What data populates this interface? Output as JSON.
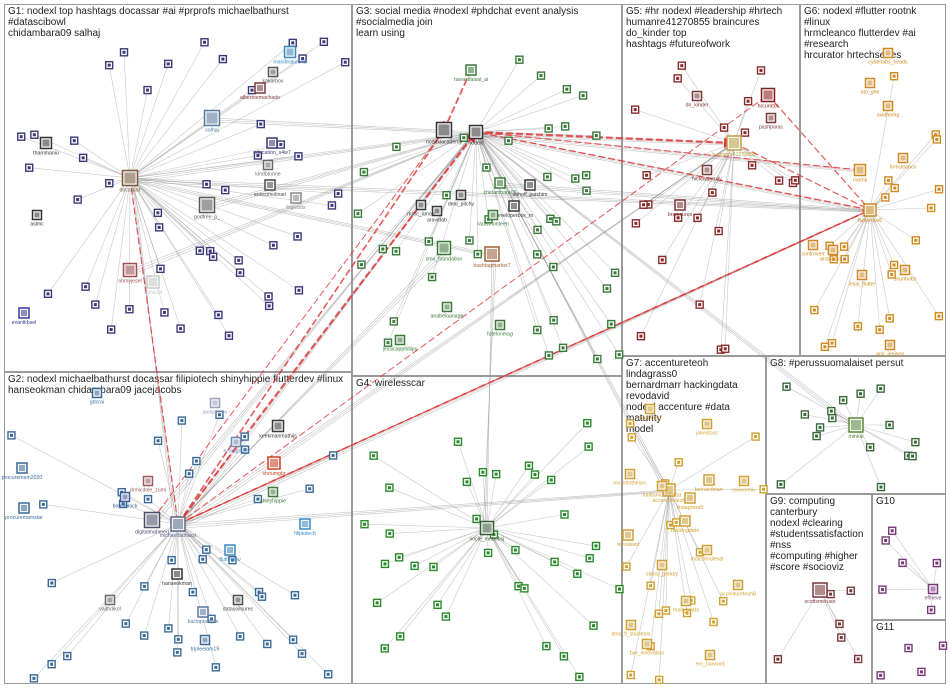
{
  "groups": [
    {
      "id": "G1",
      "title": "G1: nodexl top hashtags docassar #ai #prprofs michaelbathurst #datascibowl\nchidambara09 salhaj"
    },
    {
      "id": "G2",
      "title": "G2: nodexl michaelbathurst docassar filipiotech shinyhippie flutterdev #linux\nhanseokman chidambara09 jacejacobs"
    },
    {
      "id": "G3",
      "title": "G3: social media #nodexl #phdchat event analysis #socialmedia join\nlearn using"
    },
    {
      "id": "G4",
      "title": "G4: wirelesscar"
    },
    {
      "id": "G5",
      "title": "G5: #hr nodexl #leadership #hrtech\nhumanre41270855 braincures do_kinder top\nhashtags #futureofwork"
    },
    {
      "id": "G6",
      "title": "G6: nodexl #flutter rootnk #linux\nhrmcleanco flutterdev #ai #research\nhrcurator hrtechseries"
    },
    {
      "id": "G7",
      "title": "G7: accentureteoh lindagrass0\nbernardmarr hackingdata revodavid\nnodexl accenture #data maturity\nmodel"
    },
    {
      "id": "G8",
      "title": "G8: #perussuomalaiset persut"
    },
    {
      "id": "G9",
      "title": "G9: computing canterbury\nnodexl #clearing\n#studentssatisfaction #nss\n#computing #higher\n#score #socioviz"
    },
    {
      "id": "G10",
      "title": "G10"
    },
    {
      "id": "G11",
      "title": "G11"
    }
  ],
  "nodes": [
    {
      "label": "docassar",
      "color": "#7a5a3a"
    },
    {
      "label": "salhaj",
      "color": "#5a7aa0"
    },
    {
      "label": "thammaniu",
      "color": "#333333"
    },
    {
      "label": "ohmyjesel",
      "color": "#a05050"
    },
    {
      "label": "nishiji34",
      "color": "#cccccc"
    },
    {
      "label": "manifeature40",
      "color": "#3a8ac0"
    },
    {
      "label": "kakarbox",
      "color": "#555555"
    },
    {
      "label": "albertoemachado",
      "color": "#7a3a3a"
    },
    {
      "label": "education_s4w7",
      "color": "#3a3a7a"
    },
    {
      "label": "kindbtonne",
      "color": "#6a6a6a"
    },
    {
      "label": "enricomolinari",
      "color": "#4a4a4a"
    },
    {
      "label": "godfrey_p_",
      "color": "#5a5a5a"
    },
    {
      "label": "bigiebits",
      "color": "#8a8a8a"
    },
    {
      "label": "aslmc",
      "color": "#333333"
    },
    {
      "label": "evanlkbsel",
      "color": "#3a3a9a"
    },
    {
      "label": "michaelbathurst",
      "color": "#5a6a8a"
    },
    {
      "label": "digitalmahmed",
      "color": "#4a4a6a"
    },
    {
      "label": "drmicdole_zumi",
      "color": "#9a5a5a"
    },
    {
      "label": "bobbiblock",
      "color": "#3a5a9a"
    },
    {
      "label": "jacejacobs",
      "color": "#9aa0c0"
    },
    {
      "label": "keekmanmathijs",
      "color": "#3a3a3a"
    },
    {
      "label": "neillagaum",
      "color": "#6a8ab0"
    },
    {
      "label": "shoumgbr",
      "color": "#d04020"
    },
    {
      "label": "shinyhippie",
      "color": "#3a7a3a"
    },
    {
      "label": "filipiotech",
      "color": "#3a8ac0"
    },
    {
      "label": "flutterdev",
      "color": "#3a8ac0"
    },
    {
      "label": "hanseokman",
      "color": "#333333"
    },
    {
      "label": "vaithdikol",
      "color": "#6a6a6a"
    },
    {
      "label": "baciopochpm",
      "color": "#5a7aa0"
    },
    {
      "label": "datasoilsurec",
      "color": "#4a4a4a"
    },
    {
      "label": "procuremem2020",
      "color": "#3a6a9a"
    },
    {
      "label": "procuremamstar",
      "color": "#3a6a9a"
    },
    {
      "label": "gdcrai",
      "color": "#3a6a9a"
    },
    {
      "label": "tripleeiam19",
      "color": "#3a6a9a"
    },
    {
      "label": "nodexlacademy",
      "color": "#333333"
    },
    {
      "label": "nodexl",
      "color": "#333333"
    },
    {
      "label": "navastfaisal_ai",
      "color": "#3a7a3a"
    },
    {
      "label": "chidambara09",
      "color": "#3a7a3a"
    },
    {
      "label": "aithoff_joachim",
      "color": "#3a3a3a"
    },
    {
      "label": "developerbox_m",
      "color": "#3a3a3a"
    },
    {
      "label": "raulsmonteen",
      "color": "#3a7a3a"
    },
    {
      "label": "deal_pitchy",
      "color": "#3a3a3a"
    },
    {
      "label": "aravidab",
      "color": "#3a3a3a"
    },
    {
      "label": "marc_amon",
      "color": "#3a3a3a"
    },
    {
      "label": "smv_foundation",
      "color": "#3a7a3a"
    },
    {
      "label": "hashtagmarket7",
      "color": "#a0603a"
    },
    {
      "label": "anabelaanage",
      "color": "#3a7a3a"
    },
    {
      "label": "futelonmag",
      "color": "#3a7a3a"
    },
    {
      "label": "jessicapphillips",
      "color": "#3a7a3a"
    },
    {
      "label": "vocie_mobobsj",
      "color": "#3a5a3a"
    },
    {
      "label": "humanre41270855",
      "color": "#c0a040"
    },
    {
      "label": "do_kinder",
      "color": "#7a3a3a"
    },
    {
      "label": "hrcurator",
      "color": "#8a1a1a"
    },
    {
      "label": "pashparac",
      "color": "#7a3a3a"
    },
    {
      "label": "braincures",
      "color": "#7a3a3a"
    },
    {
      "label": "fvcfcivumnity",
      "color": "#7a3a3a"
    },
    {
      "label": "flutterdev6",
      "color": "#d08a20"
    },
    {
      "label": "rootnk",
      "color": "#d08a20"
    },
    {
      "label": "hrmcleanco",
      "color": "#d08a20"
    },
    {
      "label": "cyberlabs_heads",
      "color": "#d08a20"
    },
    {
      "label": "ato_ghe",
      "color": "#d08a20"
    },
    {
      "label": "avidhomg",
      "color": "#d08a20"
    },
    {
      "label": "controvert",
      "color": "#d08a20"
    },
    {
      "label": "vinashcloux",
      "color": "#d08a20"
    },
    {
      "label": "lesai_flutter",
      "color": "#d08a20"
    },
    {
      "label": "shunhobs",
      "color": "#d08a20"
    },
    {
      "label": "ano_jenisea",
      "color": "#d08a20"
    },
    {
      "label": "accentureteoh",
      "color": "#d0a030"
    },
    {
      "label": "lindagrass0",
      "color": "#d0a030"
    },
    {
      "label": "bernardmarr",
      "color": "#d0a030"
    },
    {
      "label": "hackingdata",
      "color": "#d0a030"
    },
    {
      "label": "revodavid",
      "color": "#d0a030"
    },
    {
      "label": "marzieezz",
      "color": "#d0a030"
    },
    {
      "label": "jokestoss",
      "color": "#d0a030"
    },
    {
      "label": "malcolmdiesal",
      "color": "#d0a030"
    },
    {
      "label": "sboss_gerkey",
      "color": "#d0a030"
    },
    {
      "label": "mv_intotheisrc",
      "color": "#d0a030"
    },
    {
      "label": "ravicormic",
      "color": "#d0a030"
    },
    {
      "label": "accentureteoh8",
      "color": "#d0a030"
    },
    {
      "label": "mad_bdata",
      "color": "#d0a030"
    },
    {
      "label": "tutaturnchainstar",
      "color": "#d0a030"
    },
    {
      "label": "dms_fl_stanimos",
      "color": "#d0a030"
    },
    {
      "label": "bwi_innovation",
      "color": "#d0a030"
    },
    {
      "label": "ern_harward",
      "color": "#d0a030"
    },
    {
      "label": "mihkai",
      "color": "#5a8a3a"
    },
    {
      "label": "scottsmeruan",
      "color": "#7a3a3a"
    },
    {
      "label": "effneve",
      "color": "#7a3a7a"
    }
  ]
}
